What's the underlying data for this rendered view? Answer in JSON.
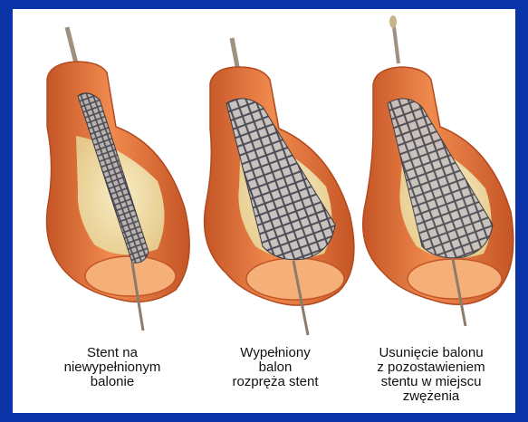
{
  "background_color": "#0a34a8",
  "panel_color": "#ffffff",
  "colors": {
    "vessel_wall": "#e2733e",
    "vessel_wall_dark": "#c55526",
    "vessel_inner": "#f0a46a",
    "plaque": "#f2e3a6",
    "stent_mesh": "#4a4a55",
    "guidewire": "#b0a090"
  },
  "steps": [
    {
      "caption_lines": [
        "Stent na",
        "niewypełnionym",
        "balonie"
      ]
    },
    {
      "caption_lines": [
        "Wypełniony",
        "balon",
        "rozpręża stent"
      ]
    },
    {
      "caption_lines": [
        "Usunięcie balonu",
        "z pozostawieniem",
        "stentu w miejscu",
        "zwężenia"
      ]
    }
  ]
}
